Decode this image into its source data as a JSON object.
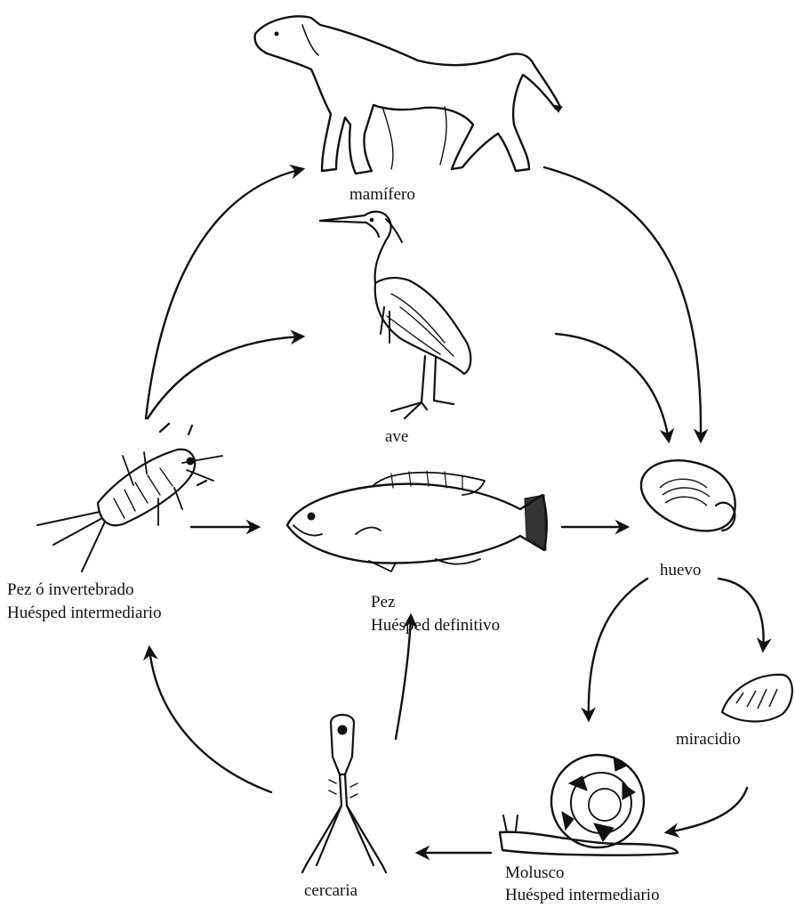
{
  "labels": {
    "mammal": "mamífero",
    "bird": "ave",
    "egg": "huevo",
    "miracidium": "miracidio",
    "intermediate_host_1": {
      "name": "Pez ó invertebrado",
      "role": "Huésped intermediario"
    },
    "definitive_host": {
      "name": "Pez",
      "role": "Huésped definitivo"
    },
    "mollusc": {
      "name": "Molusco",
      "role": "Huésped intermediario"
    },
    "cercaria": "cercaria"
  }
}
